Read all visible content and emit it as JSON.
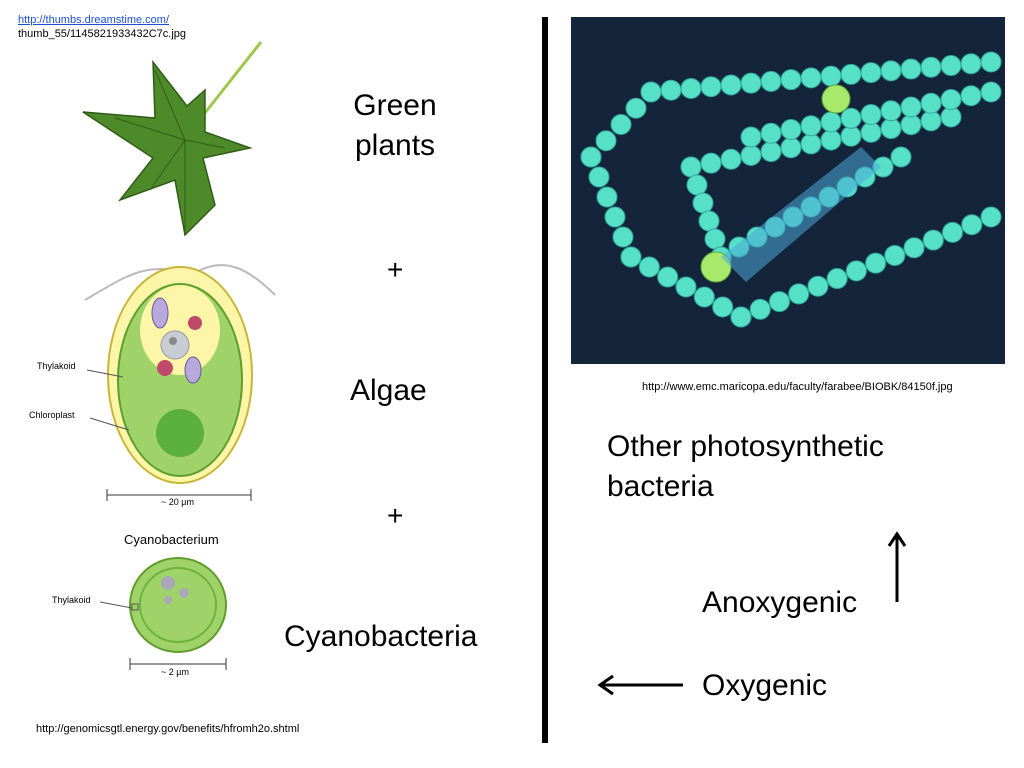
{
  "sources": {
    "top_link": "http://thumbs.dreamstime.com/",
    "top_file": "thumb_55/1145821933432C7c.jpg",
    "bottom_left": "http://genomicsgtl.energy.gov/benefits/hfromh2o.shtml",
    "right_image": "http://www.emc.maricopa.edu/faculty/farabee/BIOBK/84150f.jpg"
  },
  "left_labels": {
    "green_plants_line1": "Green",
    "green_plants_line2": "plants",
    "plus1": "+",
    "algae": "Algae",
    "plus2": "+",
    "cyanobacteria": "Cyanobacteria"
  },
  "algae_diagram": {
    "thylakoid": "Thylakoid",
    "chloroplast": "Chloroplast",
    "scale": "~ 20 µm"
  },
  "cyano_diagram": {
    "title": "Cyanobacterium",
    "thylakoid": "Thylakoid",
    "scale": "~ 2 µm"
  },
  "right_labels": {
    "other_line1": "Other photosynthetic",
    "other_line2": "bacteria",
    "anoxygenic": "Anoxygenic",
    "oxygenic": "Oxygenic"
  },
  "colors": {
    "cell_fill": "#fdf5a8",
    "chloroplast_green": "#7cc24a",
    "bacteria_cyan": "#56e0c8",
    "photo_bg": "#14243a"
  }
}
